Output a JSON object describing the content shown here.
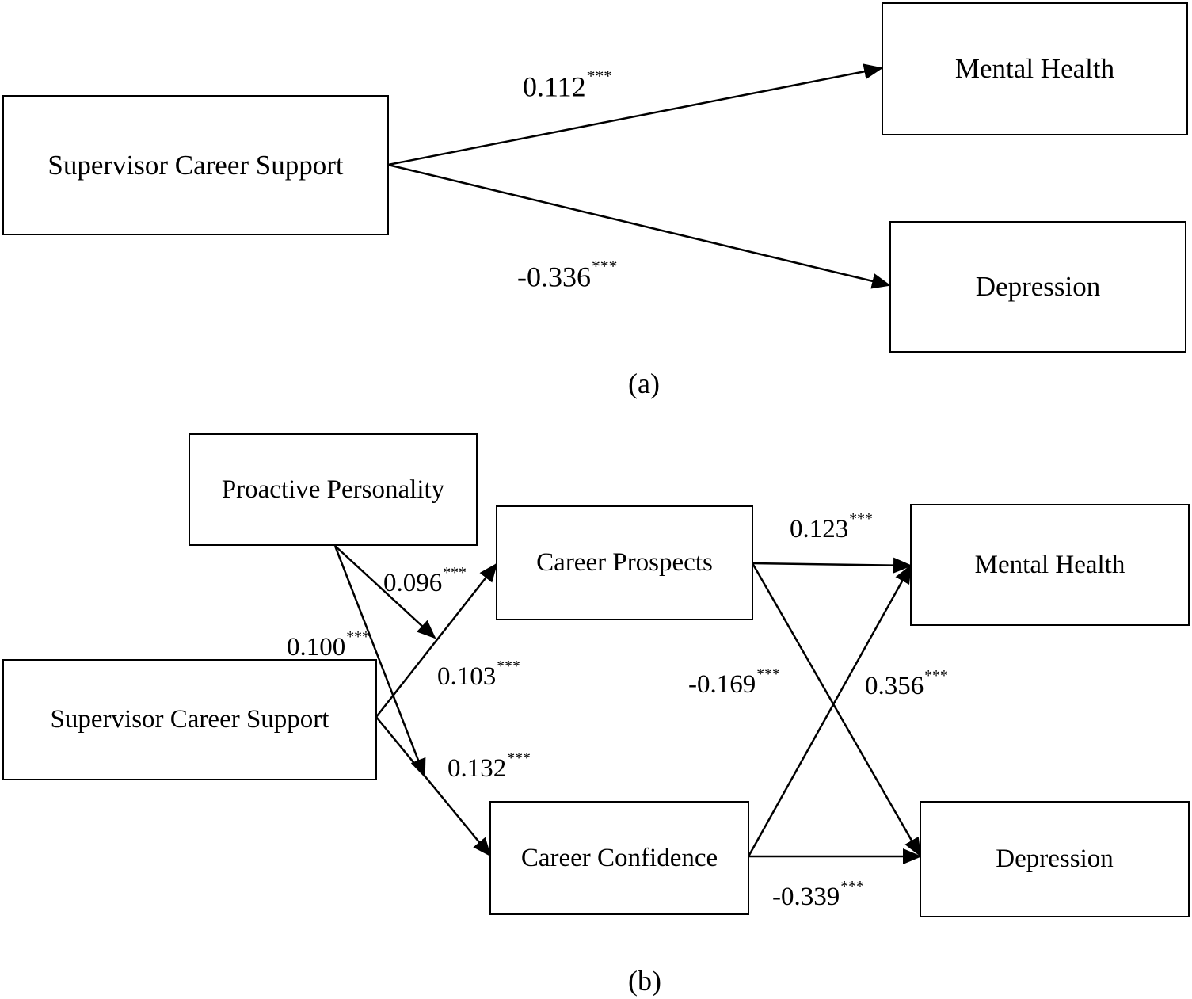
{
  "panel_a": {
    "caption": "(a)",
    "nodes": {
      "scs": "Supervisor Career Support",
      "mh": "Mental Health",
      "dep": "Depression"
    },
    "paths": [
      {
        "from": "Supervisor Career Support",
        "to": "Mental Health",
        "coef": "0.112",
        "sig": "***"
      },
      {
        "from": "Supervisor Career Support",
        "to": "Depression",
        "coef": "-0.336",
        "sig": "***"
      }
    ]
  },
  "panel_b": {
    "caption": "(b)",
    "nodes": {
      "pp": "Proactive Personality",
      "scs": "Supervisor Career Support",
      "cp": "Career Prospects",
      "cc": "Career Confidence",
      "mh": "Mental Health",
      "dep": "Depression"
    },
    "paths": [
      {
        "from": "Proactive Personality",
        "to": "Supervisor Career Support → Career Prospects",
        "coef": "0.096",
        "sig": "***"
      },
      {
        "from": "Proactive Personality",
        "to": "Supervisor Career Support → Career Confidence",
        "coef": "0.100",
        "sig": "***"
      },
      {
        "from": "Supervisor Career Support",
        "to": "Career Prospects",
        "coef": "0.103",
        "sig": "***"
      },
      {
        "from": "Supervisor Career Support",
        "to": "Career Confidence",
        "coef": "0.132",
        "sig": "***"
      },
      {
        "from": "Career Prospects",
        "to": "Mental Health",
        "coef": "0.123",
        "sig": "***"
      },
      {
        "from": "Career Prospects",
        "to": "Depression",
        "coef": "-0.169",
        "sig": "***"
      },
      {
        "from": "Career Confidence",
        "to": "Mental Health",
        "coef": "0.356",
        "sig": "***"
      },
      {
        "from": "Career Confidence",
        "to": "Depression",
        "coef": "-0.339",
        "sig": "***"
      }
    ]
  }
}
